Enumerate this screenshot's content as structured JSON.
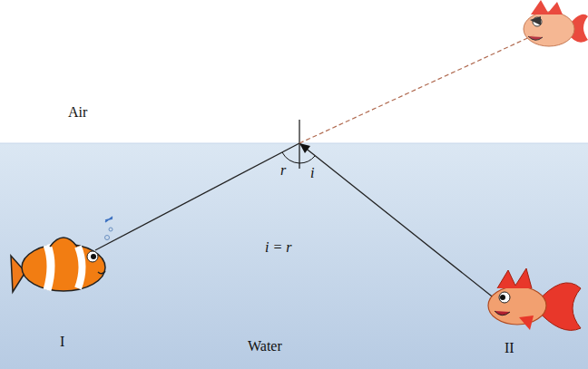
{
  "diagram": {
    "labels": [
      "Air",
      "r",
      "i",
      "i = r",
      "I",
      "II",
      "Water"
    ]
  }
}
